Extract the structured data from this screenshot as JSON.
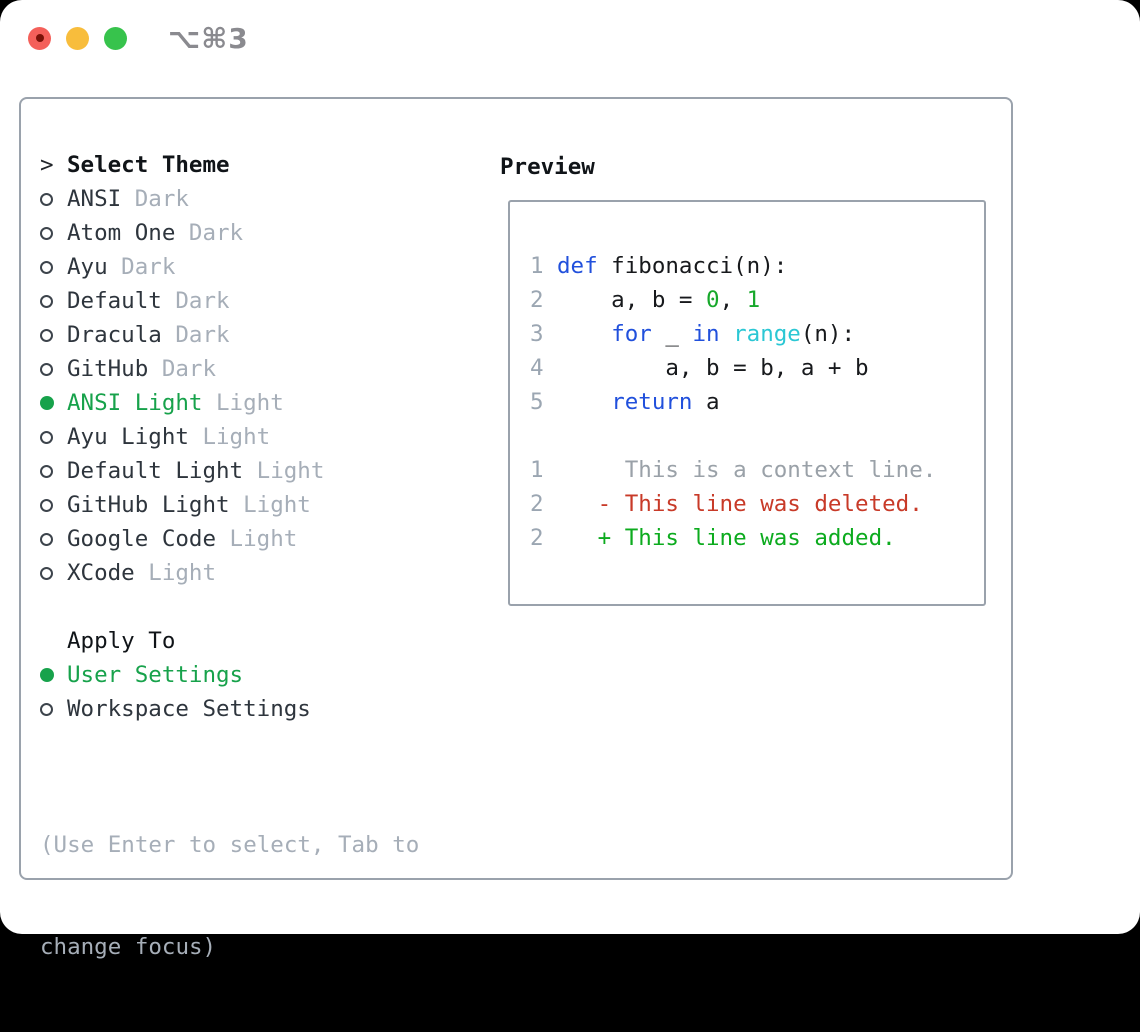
{
  "window": {
    "title": "⌥⌘3"
  },
  "theme_picker": {
    "header_prefix": ">",
    "header": "Select Theme",
    "themes": [
      {
        "name": "ANSI",
        "variant": "Dark",
        "selected": false
      },
      {
        "name": "Atom One",
        "variant": "Dark",
        "selected": false
      },
      {
        "name": "Ayu",
        "variant": "Dark",
        "selected": false
      },
      {
        "name": "Default",
        "variant": "Dark",
        "selected": false
      },
      {
        "name": "Dracula",
        "variant": "Dark",
        "selected": false
      },
      {
        "name": "GitHub",
        "variant": "Dark",
        "selected": false
      },
      {
        "name": "ANSI Light",
        "variant": "Light",
        "selected": true
      },
      {
        "name": "Ayu Light",
        "variant": "Light",
        "selected": false
      },
      {
        "name": "Default Light",
        "variant": "Light",
        "selected": false
      },
      {
        "name": "GitHub Light",
        "variant": "Light",
        "selected": false
      },
      {
        "name": "Google Code",
        "variant": "Light",
        "selected": false
      },
      {
        "name": "XCode",
        "variant": "Light",
        "selected": false
      }
    ],
    "apply_to": {
      "header": "Apply To",
      "options": [
        {
          "label": "User Settings",
          "selected": true
        },
        {
          "label": "Workspace Settings",
          "selected": false
        }
      ]
    },
    "help_lines": [
      "(Use Enter to select, Tab to",
      "change focus)"
    ]
  },
  "preview": {
    "header": "Preview",
    "lines": [
      {
        "num": "1",
        "tokens": [
          {
            "text": "def",
            "style": "keyword"
          },
          {
            "text": " fibonacci(n):",
            "style": "plain"
          }
        ]
      },
      {
        "num": "2",
        "tokens": [
          {
            "text": "    a, b = ",
            "style": "plain"
          },
          {
            "text": "0",
            "style": "literal"
          },
          {
            "text": ", ",
            "style": "plain"
          },
          {
            "text": "1",
            "style": "literal"
          }
        ]
      },
      {
        "num": "3",
        "tokens": [
          {
            "text": "    ",
            "style": "plain"
          },
          {
            "text": "for",
            "style": "keyword"
          },
          {
            "text": " _ ",
            "style": "plain"
          },
          {
            "text": "in",
            "style": "keyword"
          },
          {
            "text": " ",
            "style": "plain"
          },
          {
            "text": "range",
            "style": "builtin"
          },
          {
            "text": "(n):",
            "style": "plain"
          }
        ]
      },
      {
        "num": "4",
        "tokens": [
          {
            "text": "        a, b = b, a + b",
            "style": "plain"
          }
        ]
      },
      {
        "num": "5",
        "tokens": [
          {
            "text": "    ",
            "style": "plain"
          },
          {
            "text": "return",
            "style": "keyword"
          },
          {
            "text": " a",
            "style": "plain"
          }
        ]
      },
      {
        "num": "",
        "tokens": []
      },
      {
        "num": "1",
        "tokens": [
          {
            "text": "     This is a context line.",
            "style": "context"
          }
        ]
      },
      {
        "num": "2",
        "tokens": [
          {
            "text": "   ",
            "style": "plain"
          },
          {
            "text": "- This line was deleted.",
            "style": "deleted"
          }
        ]
      },
      {
        "num": "2",
        "tokens": [
          {
            "text": "   ",
            "style": "plain"
          },
          {
            "text": "+ This line was added.",
            "style": "added"
          }
        ]
      }
    ]
  },
  "colors": {
    "accent_green": "#17a24b",
    "keyword_blue": "#2150dc",
    "builtin_cyan": "#2bc7d4",
    "literal_green": "#17a82b",
    "diff_deleted_red": "#c83a28",
    "diff_added_green": "#0cab1e",
    "muted_gray": "#a6aeb8",
    "line_number_gray": "#9ba6b2",
    "panel_border_gray": "#9aa2ac",
    "traffic_red": "#f4605a",
    "traffic_yellow": "#f8bd3c",
    "traffic_green": "#37c34c"
  }
}
